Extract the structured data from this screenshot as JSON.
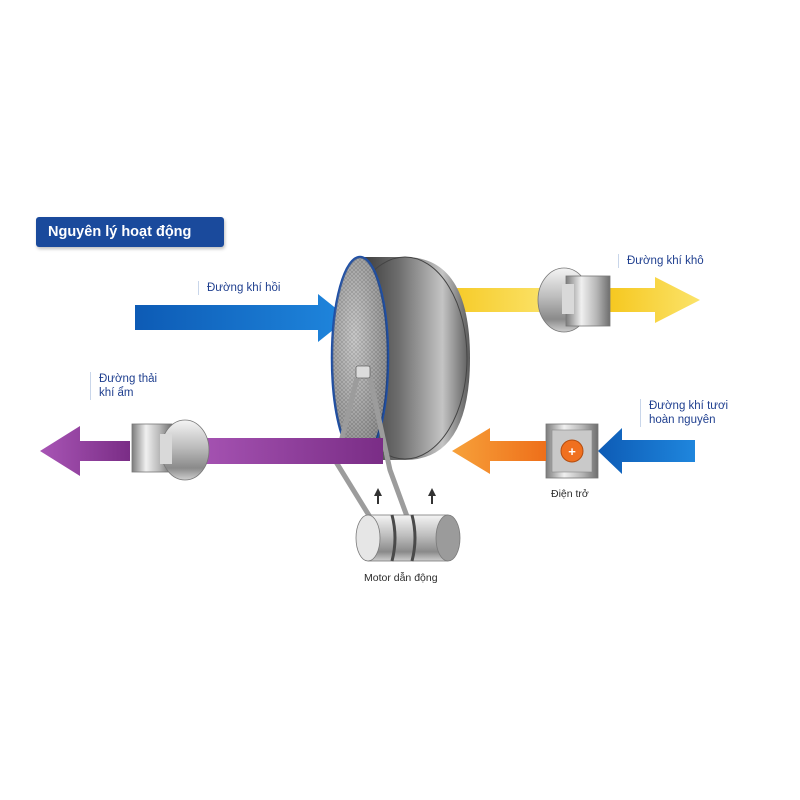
{
  "title": "Nguyên lý hoạt động",
  "labels": {
    "return_air": "Đường khí hồi",
    "dry_air": "Đường khí khô",
    "wet_exhaust_line1": "Đường thải",
    "wet_exhaust_line2": "khí ẩm",
    "fresh_air_line1": "Đường khí tươi",
    "fresh_air_line2": "hoàn nguyên",
    "heater": "Điện trở",
    "motor": "Motor dẫn động"
  },
  "colors": {
    "title_bg": "#1a4a9c",
    "return_arrow": "#1565c0",
    "dry_arrow": "#f7d23a",
    "exhaust_arrow": "#8e3d9a",
    "fresh_arrow": "#1565c0",
    "heated_arrow": "#f28a28",
    "label_text": "#1f3f8f"
  },
  "icons": [
    "fan-icon",
    "heater-icon",
    "desiccant-wheel",
    "motor-icon"
  ]
}
